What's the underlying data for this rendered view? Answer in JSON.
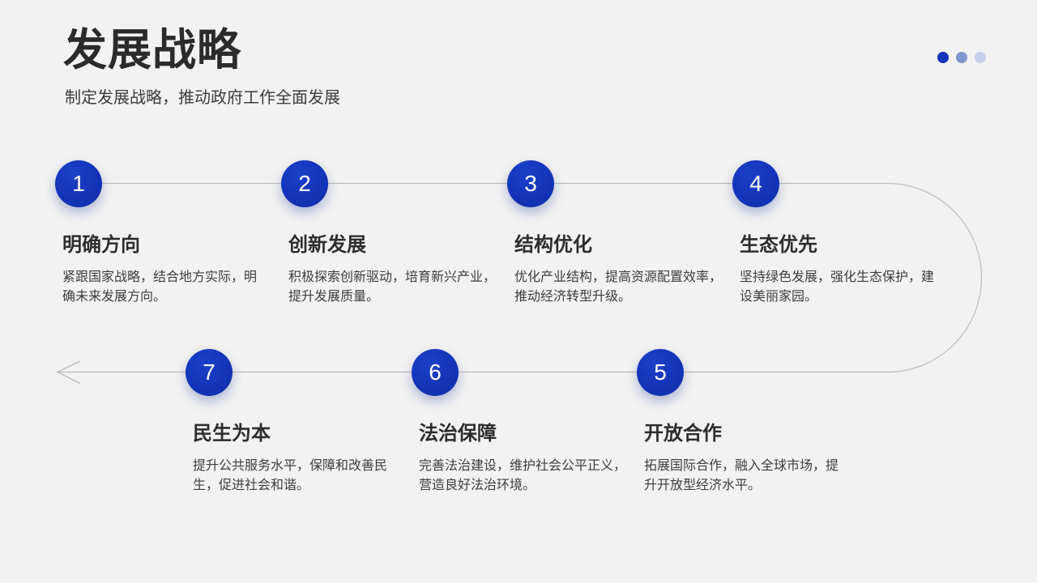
{
  "header": {
    "title": "发展战略",
    "subtitle": "制定发展战略，推动政府工作全面发展"
  },
  "pagination": {
    "dots": [
      {
        "label": "page-1",
        "color": "#1434b8",
        "active": true
      },
      {
        "label": "page-2",
        "color": "#8296d0",
        "active": false
      },
      {
        "label": "page-3",
        "color": "#c7d0ea",
        "active": false
      }
    ]
  },
  "colors": {
    "accent_blue": "#1434b8",
    "background": "#f2f2f2",
    "connector_line": "#bdbdbd",
    "title_text": "#2b2b2b",
    "body_text": "#3d3d3d"
  },
  "timeline": {
    "items": [
      {
        "number": "1",
        "title": "明确方向",
        "desc": "紧跟国家战略，结合地方实际，明\n确未来发展方向。"
      },
      {
        "number": "2",
        "title": "创新发展",
        "desc": "积极探索创新驱动，培育新兴产业，\n提升发展质量。"
      },
      {
        "number": "3",
        "title": "结构优化",
        "desc": "优化产业结构，提高资源配置效率，\n推动经济转型升级。"
      },
      {
        "number": "4",
        "title": "生态优先",
        "desc": "坚持绿色发展，强化生态保护，建\n设美丽家园。"
      },
      {
        "number": "5",
        "title": "开放合作",
        "desc": "拓展国际合作，融入全球市场，提\n升开放型经济水平。"
      },
      {
        "number": "6",
        "title": "法治保障",
        "desc": "完善法治建设，维护社会公平正义，\n营造良好法治环境。"
      },
      {
        "number": "7",
        "title": "民生为本",
        "desc": "提升公共服务水平，保障和改善民\n生，促进社会和谐。"
      }
    ]
  }
}
